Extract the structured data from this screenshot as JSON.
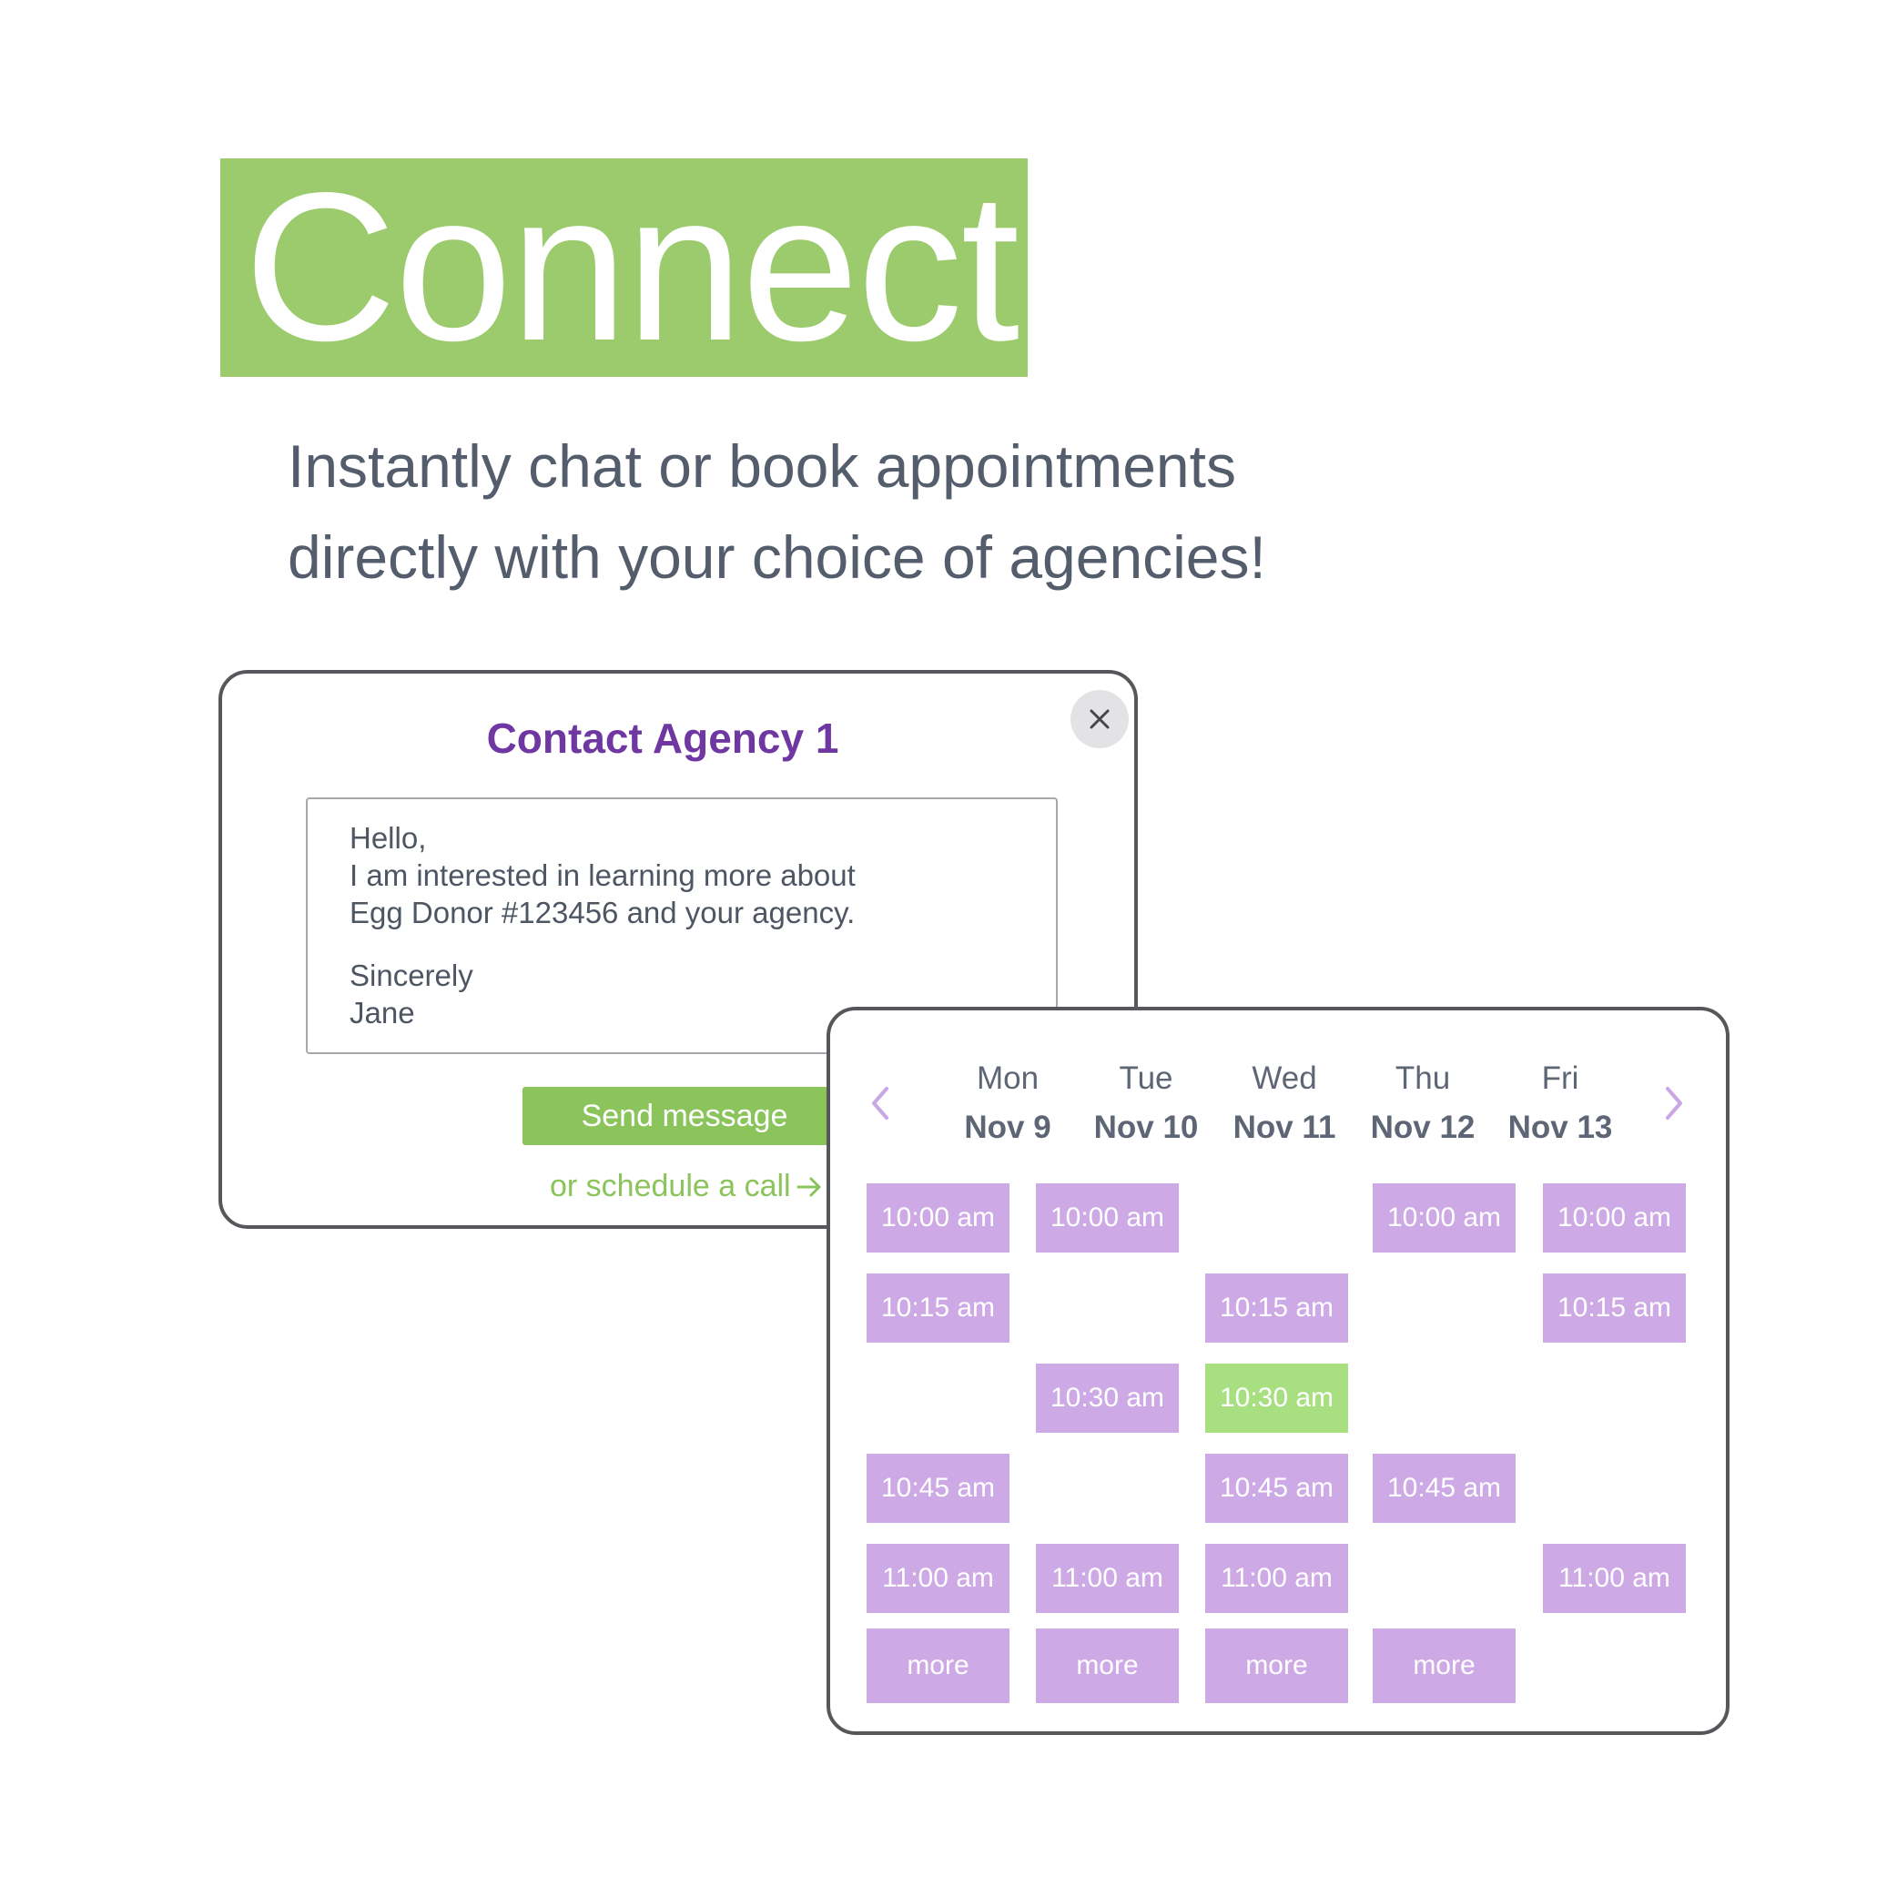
{
  "header": {
    "title": "Connect",
    "subtitle_lines": [
      "Instantly chat or book appointments",
      "directly with your choice of agencies!"
    ]
  },
  "contact_dialog": {
    "title": "Contact Agency 1",
    "close_icon": "close-icon",
    "message_lines": [
      "Hello,",
      "I am interested in learning more about",
      "Egg Donor #123456 and your agency."
    ],
    "signoff_lines": [
      "Sincerely",
      "Jane"
    ],
    "send_label": "Send message",
    "schedule_label": "or schedule a call",
    "schedule_icon": "arrow-right-icon"
  },
  "calendar": {
    "prev_icon": "chevron-left-icon",
    "next_icon": "chevron-right-icon",
    "days": [
      {
        "name": "Mon",
        "date": "Nov 9"
      },
      {
        "name": "Tue",
        "date": "Nov 10"
      },
      {
        "name": "Wed",
        "date": "Nov 11"
      },
      {
        "name": "Thu",
        "date": "Nov 12"
      },
      {
        "name": "Fri",
        "date": "Nov 13"
      }
    ],
    "slots": [
      [
        "10:00 am",
        "10:00 am",
        "",
        "10:00 am",
        "10:00 am"
      ],
      [
        "10:15 am",
        "",
        "10:15 am",
        "",
        "10:15 am"
      ],
      [
        "",
        "10:30 am",
        "10:30 am",
        "",
        ""
      ],
      [
        "10:45 am",
        "",
        "10:45 am",
        "10:45 am",
        ""
      ],
      [
        "11:00 am",
        "11:00 am",
        "11:00 am",
        "",
        "11:00 am"
      ],
      [
        "more",
        "more",
        "more",
        "more",
        ""
      ]
    ],
    "selected_slot": {
      "day": "Wed",
      "time": "10:30 am"
    }
  },
  "colors": {
    "brand_green": "#9ccb6e",
    "button_green": "#8ac45a",
    "selected_green": "#a8e081",
    "slot_purple": "#cdaae6",
    "title_purple": "#6f37a1",
    "text_gray": "#545d6c"
  }
}
